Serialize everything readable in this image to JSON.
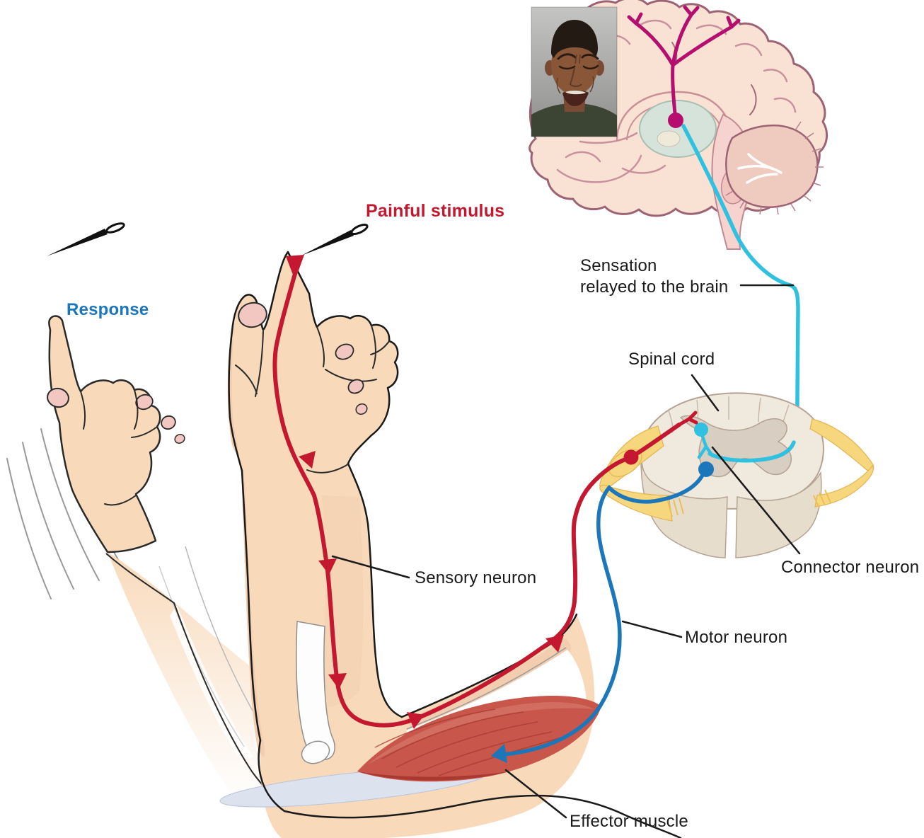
{
  "figure": {
    "title_context": "Reflex arc diagram",
    "labels": {
      "painful_stimulus": "Painful stimulus",
      "response": "Response",
      "sensation_line1": "Sensation",
      "sensation_line2": "relayed to the brain",
      "spinal_cord": "Spinal cord",
      "connector_neuron": "Connector neuron",
      "sensory_neuron": "Sensory neuron",
      "motor_neuron": "Motor neuron",
      "effector_muscle": "Effector muscle"
    },
    "icons": {
      "needle_free": "sewing-needle",
      "needle_stimulus": "sewing-needle",
      "photo": "wincing-man-photo"
    },
    "colors": {
      "sensory_red": "#c3182f",
      "motor_blue": "#1b76ba",
      "connector_cyan": "#2fc1df",
      "brain_pathway_magenta": "#b60e6e",
      "label_black": "#1a1a1a",
      "skin": "#f8dabb",
      "muscle_red": "#c8564a",
      "nerve_root_yellow": "#f7d77d",
      "spinal_cord_cream": "#f0e9dd",
      "brain_pink": "#f9e2d4",
      "thalamus_green": "#d5e3da"
    }
  }
}
